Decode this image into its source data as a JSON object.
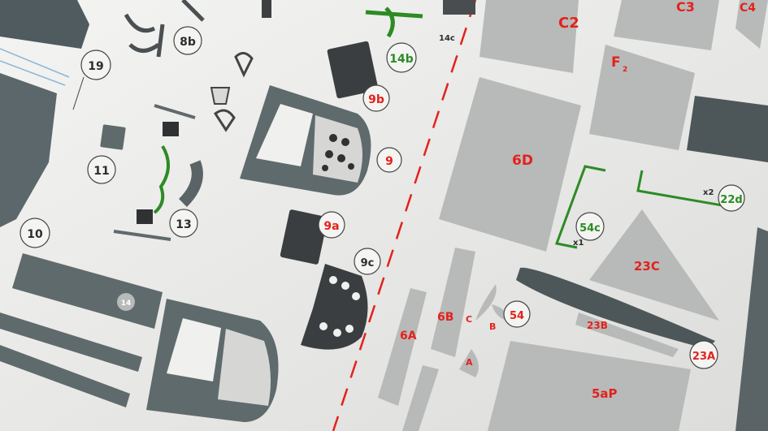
{
  "labels": {
    "part_19": "19",
    "part_8b": "8b",
    "part_14b": "14b",
    "part_14c": "14c",
    "part_9b": "9b",
    "part_9": "9",
    "part_11": "11",
    "part_13": "13",
    "part_10": "10",
    "part_9a": "9a",
    "part_9c": "9c",
    "part_14": "14",
    "part_C2": "C2",
    "part_C3": "C3",
    "part_C4": "C4",
    "part_F2": "F",
    "part_F2_sub": "2",
    "part_6D": "6D",
    "part_22d": "22d",
    "part_x2": "x2",
    "part_54c": "54c",
    "part_x1": "x1",
    "part_23C": "23C",
    "part_6B": "6B",
    "part_6A": "6A",
    "part_54": "54",
    "part_A": "A",
    "part_B": "B",
    "part_C": "C",
    "part_23B": "23B",
    "part_23A": "23A",
    "part_5aP": "5aP"
  },
  "colors": {
    "paper": "#e9e9e7",
    "part_grey": "#b8bab9",
    "dark_grey": "#5f6a6c",
    "panel_black": "#3a3d3f",
    "red_print": "#e3221c",
    "green_print": "#2c8b25"
  }
}
